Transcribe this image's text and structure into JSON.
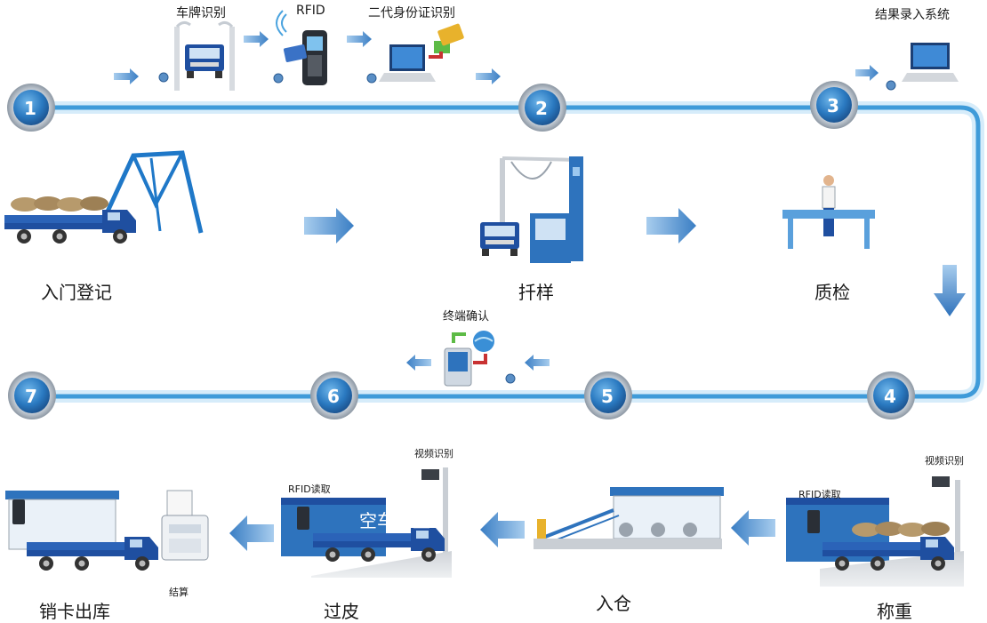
{
  "steps": [
    {
      "num": "1",
      "label": "入门登记"
    },
    {
      "num": "2",
      "label": "扦样"
    },
    {
      "num": "3",
      "label": "质检"
    },
    {
      "num": "4",
      "label": "称重"
    },
    {
      "num": "5",
      "label": "入仓"
    },
    {
      "num": "6",
      "label": "过皮"
    },
    {
      "num": "7",
      "label": "销卡出库"
    }
  ],
  "top_labels": {
    "plate": "车牌识别",
    "rfid": "RFID",
    "id_card": "二代身份证识别",
    "result_entry": "结果录入系统"
  },
  "mid_labels": {
    "terminal": "终端确认"
  },
  "bottom_labels": {
    "video_1": "视频识别",
    "video_2": "视频识别",
    "rfid_read_1": "RFID读取",
    "rfid_read_2": "RFID读取",
    "empty_weigh": "空车称重",
    "settle": "结算"
  },
  "colors": {
    "track": "#4aa3df",
    "track_glow": "#bfe3f7",
    "circle_fill": "#2a79c0",
    "truck_blue": "#1f4fa0",
    "arrow": "#4a86c8",
    "structure": "#1f78c8"
  }
}
